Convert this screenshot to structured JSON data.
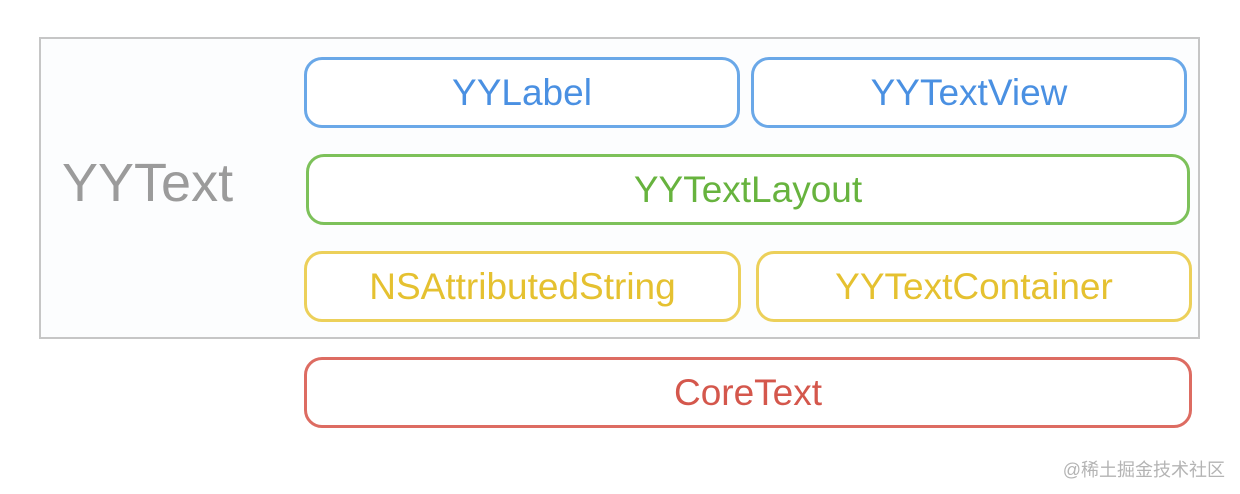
{
  "group": {
    "label": "YYText"
  },
  "boxes": {
    "yylabel": "YYLabel",
    "yytextview": "YYTextView",
    "yytextlayout": "YYTextLayout",
    "nsattributedstring": "NSAttributedString",
    "yytextcontainer": "YYTextContainer",
    "coretext": "CoreText"
  },
  "colors": {
    "view_layer": "#4a90e2",
    "layout_layer": "#67b33e",
    "model_layer": "#e5c130",
    "system_layer": "#d4574c",
    "group_label": "#9b9b9b",
    "frame_border": "#c6c6c6"
  },
  "watermark": "@稀土掘金技术社区"
}
